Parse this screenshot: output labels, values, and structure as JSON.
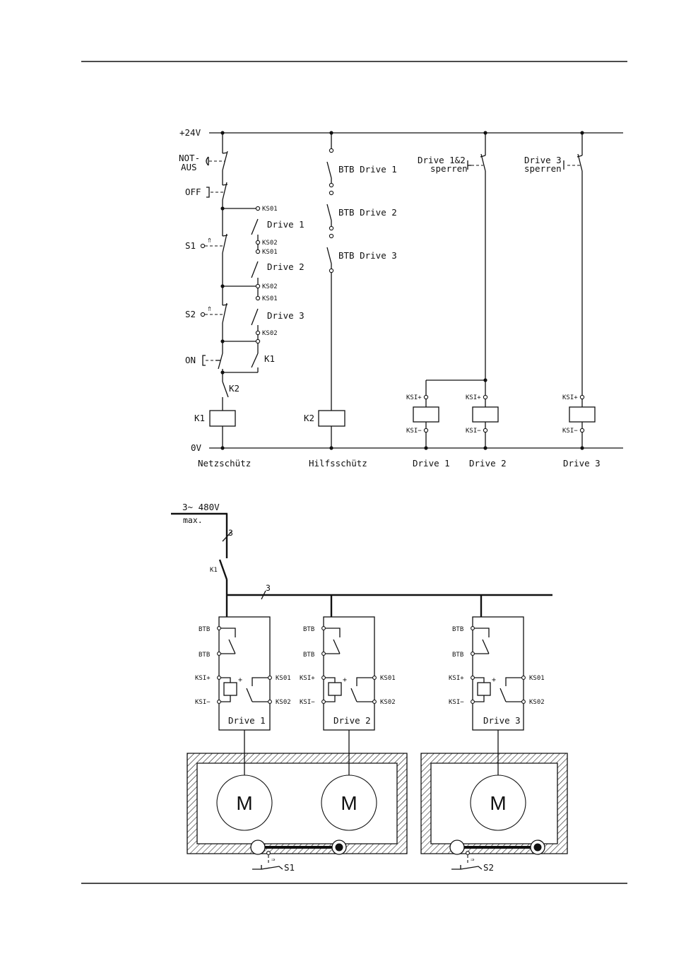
{
  "control": {
    "supply_top": "+24V",
    "supply_bottom": "0V",
    "not_aus_1": "NOT-",
    "not_aus_2": "AUS",
    "off": "OFF",
    "on": "ON",
    "s1": "S1",
    "s2": "S2",
    "ks01": "KS01",
    "ks02": "KS02",
    "drive1": "Drive 1",
    "drive2": "Drive 2",
    "drive3": "Drive 3",
    "k1": "K1",
    "k2": "K2",
    "btb1": "BTB Drive 1",
    "btb2": "BTB Drive 2",
    "btb3": "BTB Drive 3",
    "sperren12_1": "Drive 1&2",
    "sperren12_2": "sperren",
    "sperren3_1": "Drive 3",
    "sperren3_2": "sperren",
    "ksi_plus": "KSI+",
    "ksi_minus": "KSI−",
    "netzschuetz": "Netzschütz",
    "hilfsschuetz": "Hilfsschütz"
  },
  "power": {
    "supply_1": "3~ 480V",
    "supply_2": "max.",
    "phases": "3",
    "k1": "K1",
    "btb": "BTB",
    "ksi_plus": "KSI+",
    "ksi_minus": "KSI−",
    "ks01": "KS01",
    "ks02": "KS02",
    "plus": "+",
    "drives": [
      "Drive 1",
      "Drive 2",
      "Drive 3"
    ],
    "motor": "M",
    "s1": "S1",
    "s2": "S2"
  }
}
